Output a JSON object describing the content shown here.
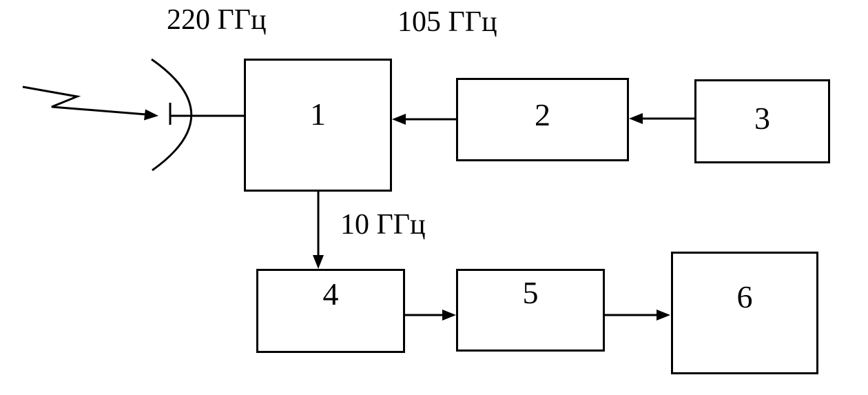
{
  "diagram": {
    "type": "block-diagram",
    "frequencies": {
      "input": "220 ГГц",
      "local_oscillator": "105 ГГц",
      "intermediate": "10 ГГц"
    },
    "blocks": [
      {
        "label": "1"
      },
      {
        "label": "2"
      },
      {
        "label": "3"
      },
      {
        "label": "4"
      },
      {
        "label": "5"
      },
      {
        "label": "6"
      }
    ],
    "colors": {
      "stroke": "#000000",
      "background": "#ffffff"
    }
  }
}
